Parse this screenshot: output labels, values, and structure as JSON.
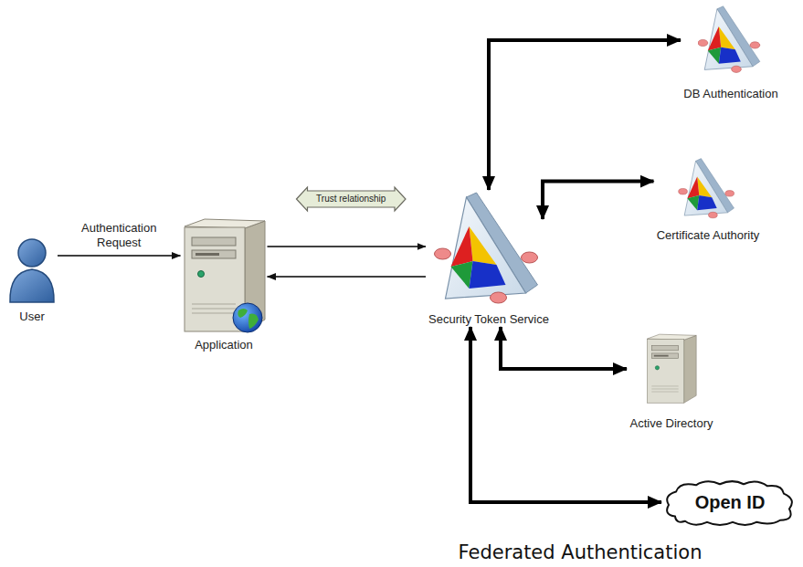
{
  "diagram": {
    "caption": "Federated Authentication",
    "nodes": [
      {
        "text": [
          "User"
        ]
      },
      {
        "text": [
          "Application"
        ]
      },
      {
        "text": [
          "Security Token Service"
        ]
      },
      {
        "text": [
          "DB Authentication"
        ]
      },
      {
        "text": [
          "Certificate Authority"
        ]
      },
      {
        "text": [
          "Active Directory"
        ]
      },
      {
        "text": [
          "Open ID"
        ]
      }
    ],
    "edges": [
      {
        "from": 0,
        "to": 1,
        "arrow": "to",
        "label": "Authentication Request"
      },
      {
        "from": 1,
        "to": 2,
        "arrow": "both",
        "label": "Trust relationship"
      },
      {
        "from": 1,
        "to": 2,
        "arrow": "to"
      },
      {
        "from": 2,
        "to": 1,
        "arrow": "to"
      },
      {
        "from": 2,
        "to": 3,
        "arrow": "both"
      },
      {
        "from": 2,
        "to": 4,
        "arrow": "both"
      },
      {
        "from": 2,
        "to": 5,
        "arrow": "both"
      },
      {
        "from": 2,
        "to": 6,
        "arrow": "both"
      }
    ]
  }
}
